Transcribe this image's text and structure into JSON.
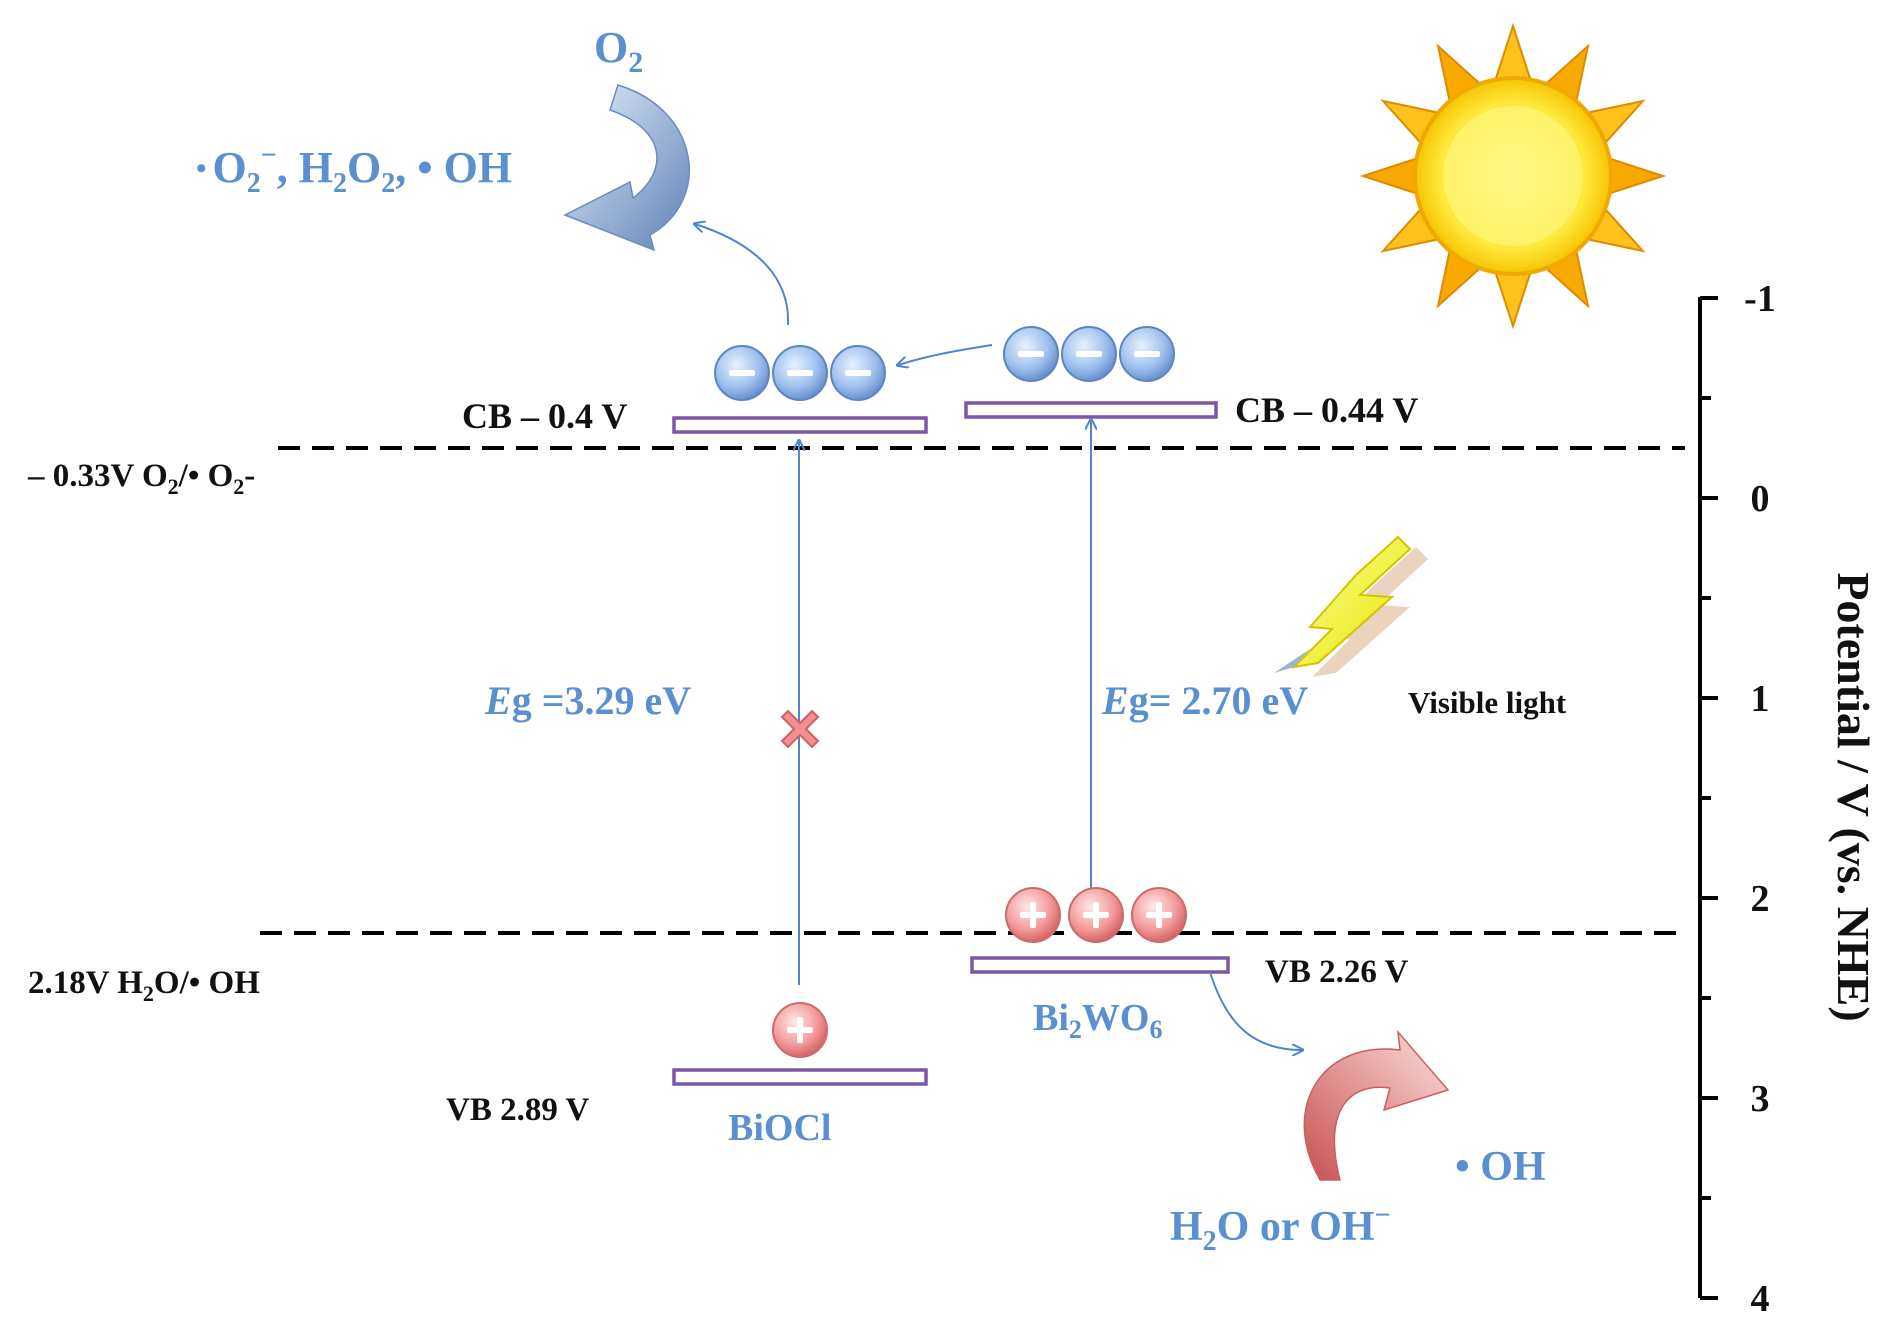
{
  "axis": {
    "label": "Potential / V (vs. NHE)",
    "ticks": [
      "-1",
      "0",
      "1",
      "2",
      "3",
      "4"
    ],
    "ticks_values": [
      -1,
      0,
      1,
      2,
      3,
      4
    ]
  },
  "reference_lines": {
    "o2": {
      "value": -0.33,
      "label_prefix": "– 0.33V O",
      "sub1": "2",
      "mid": "/• O",
      "sub2": "2",
      "suffix": "-"
    },
    "oh": {
      "value": 2.18,
      "label_prefix": "2.18V H",
      "sub1": "2",
      "suffix": "O/• OH"
    }
  },
  "biocl": {
    "name": "BiOCl",
    "cb_label": "CB – 0.4 V",
    "vb_label": "VB 2.89 V",
    "eg_italic": "E",
    "eg_rest": "g =3.29 eV"
  },
  "bi2wo6": {
    "name_a": "Bi",
    "name_sub1": "2",
    "name_b": "WO",
    "name_sub2": "6",
    "cb_label": "CB – 0.44 V",
    "vb_label": "VB 2.26 V",
    "eg_italic": "E",
    "eg_rest": "g= 2.70 eV"
  },
  "light_label": "Visible light",
  "o2": {
    "a": "O",
    "sub": "2"
  },
  "ros": {
    "dot1": "•",
    "a": "O",
    "a_sub": "2",
    "a_sup": "−",
    "sep": ", H",
    "b_sub1": "2",
    "b_mid": "O",
    "b_sub2": "2",
    "c": ", • OH"
  },
  "oh_product": "• OH",
  "water": {
    "a": "H",
    "sub": "2",
    "b": "O or OH",
    "sup": "−"
  },
  "symbols": {
    "minus": "−",
    "plus": "+",
    "cross": "×"
  },
  "colors": {
    "blue_text": "#5a8fd0",
    "band": "#7b57a8",
    "electron": "#8fb3e8",
    "hole": "#f08a8a"
  },
  "icons": [
    "sun-icon",
    "lightning-icon",
    "arrow-curved-blue-icon",
    "arrow-curved-red-icon",
    "cross-icon"
  ]
}
